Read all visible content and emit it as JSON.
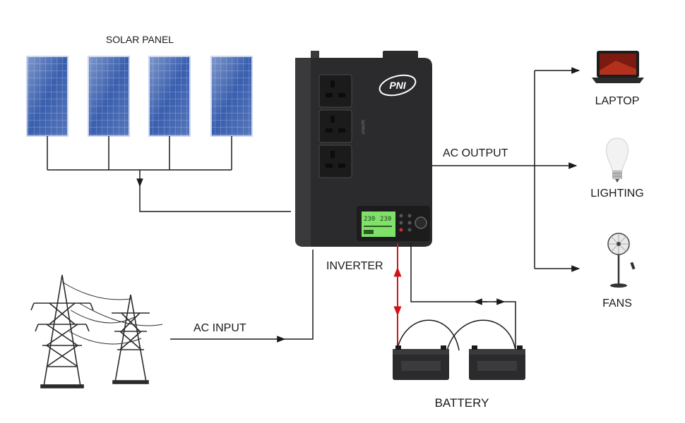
{
  "labels": {
    "solar_panel": "SOLAR PANEL",
    "ac_output": "AC OUTPUT",
    "ac_input": "AC INPUT",
    "inverter": "INVERTER",
    "battery": "BATTERY",
    "laptop": "LAPTOP",
    "lighting": "LIGHTING",
    "fans": "FANS"
  },
  "inverter": {
    "brand_logo": "PNI",
    "side_text": "OUTPUT",
    "lcd_left": "230",
    "lcd_right": "230"
  },
  "colors": {
    "wire": "#1a1a1a",
    "battery_link": "#d0141a",
    "inverter_body": "#2b2b2d",
    "lcd": "#7fe06a",
    "panel_cell": "#3f63b5"
  },
  "icons": [
    "solar-panel-icon",
    "inverter-icon",
    "laptop-icon",
    "light-bulb-icon",
    "fan-icon",
    "battery-icon",
    "power-tower-icon"
  ]
}
